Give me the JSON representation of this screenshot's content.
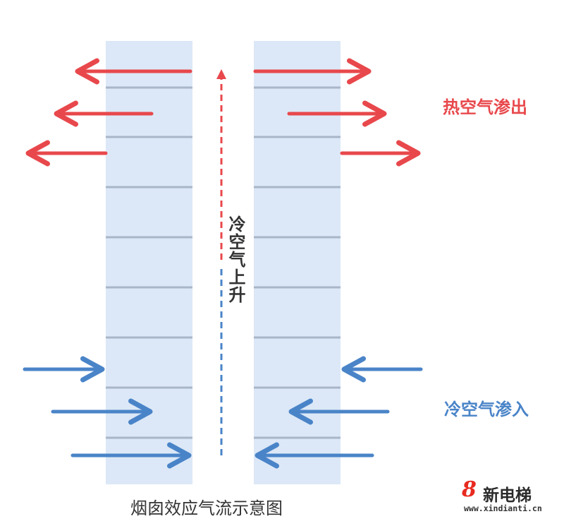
{
  "labels": {
    "hot_air": "热空气渗出",
    "cold_air": "冷空气渗入",
    "cold_air_rise": "冷空气上升",
    "caption": "烟囱效应气流示意图"
  },
  "watermark": {
    "logo": "8",
    "name": "新电梯",
    "url": "www.xindianti.cn"
  },
  "colors": {
    "hot": "#e8484c",
    "cold": "#4a84c8",
    "wall_fill": "#dce8f7",
    "floor_line": "#a9b6c9"
  }
}
